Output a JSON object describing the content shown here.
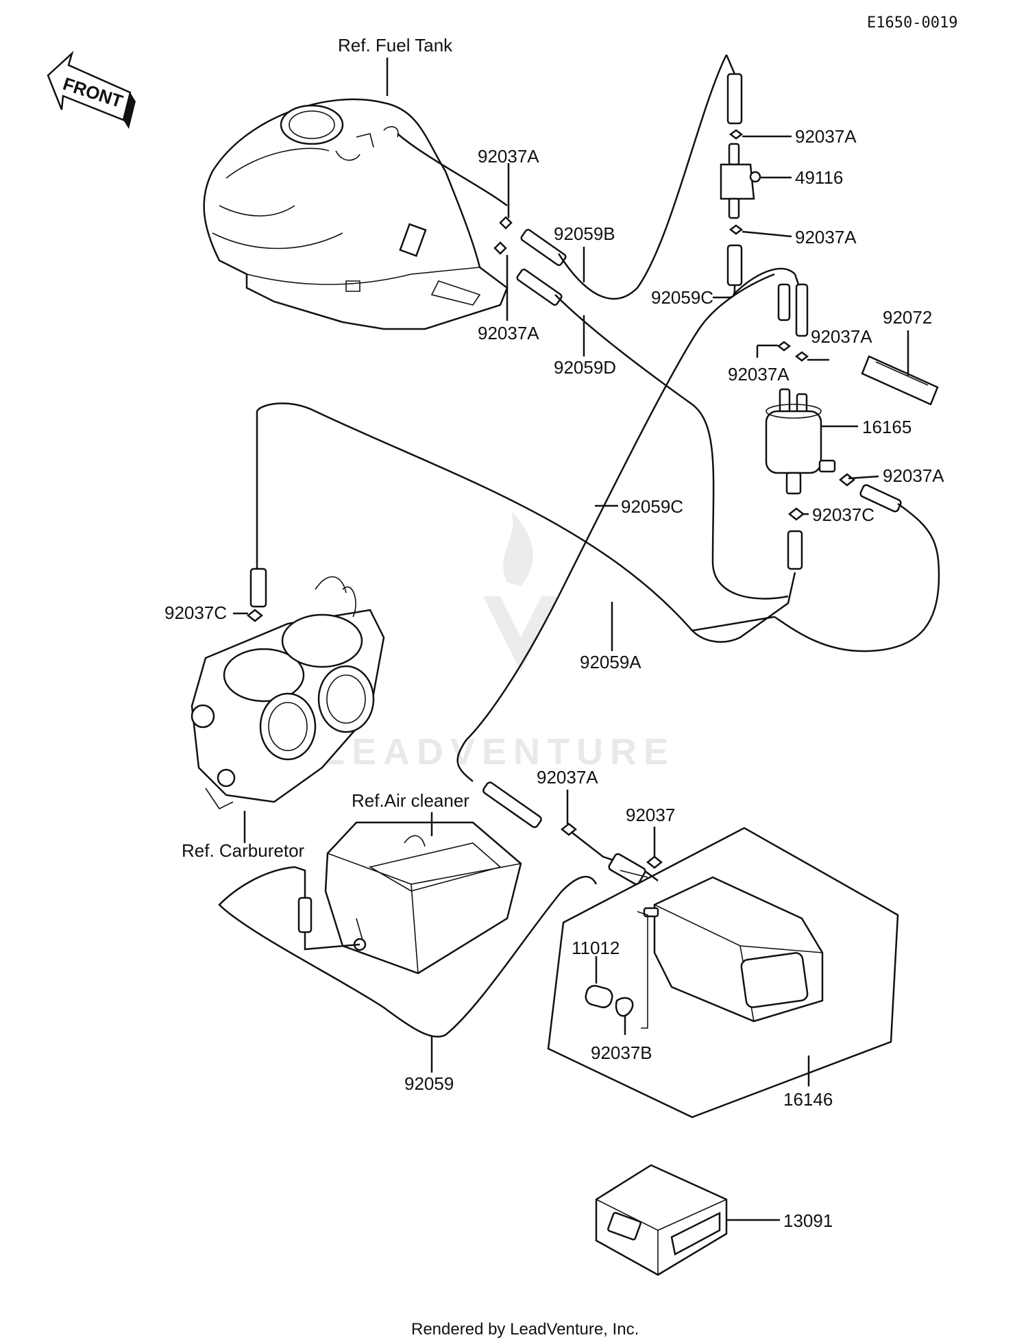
{
  "diagram_id": "E1650-0019",
  "front_arrow": "FRONT",
  "watermark": "LEADVENTURE",
  "footer": "Rendered by LeadVenture, Inc.",
  "labels": {
    "fuel_tank": "Ref. Fuel Tank",
    "carburetor": "Ref. Carburetor",
    "air_cleaner": "Ref.Air cleaner",
    "p92037A_1": "92037A",
    "p92037A_2": "92037A",
    "p92037A_3": "92037A",
    "p92037A_4": "92037A",
    "p92037A_5": "92037A",
    "p92037A_6": "92037A",
    "p92037A_7": "92037A",
    "p92037A_8": "92037A",
    "p49116": "49116",
    "p92059B": "92059B",
    "p92059C_1": "92059C",
    "p92059C_2": "92059C",
    "p92059D": "92059D",
    "p92072": "92072",
    "p16165": "16165",
    "p92037C_1": "92037C",
    "p92037C_2": "92037C",
    "p92059A": "92059A",
    "p92037": "92037",
    "p11012": "11012",
    "p92037B": "92037B",
    "p92059": "92059",
    "p16146": "16146",
    "p13091": "13091"
  }
}
